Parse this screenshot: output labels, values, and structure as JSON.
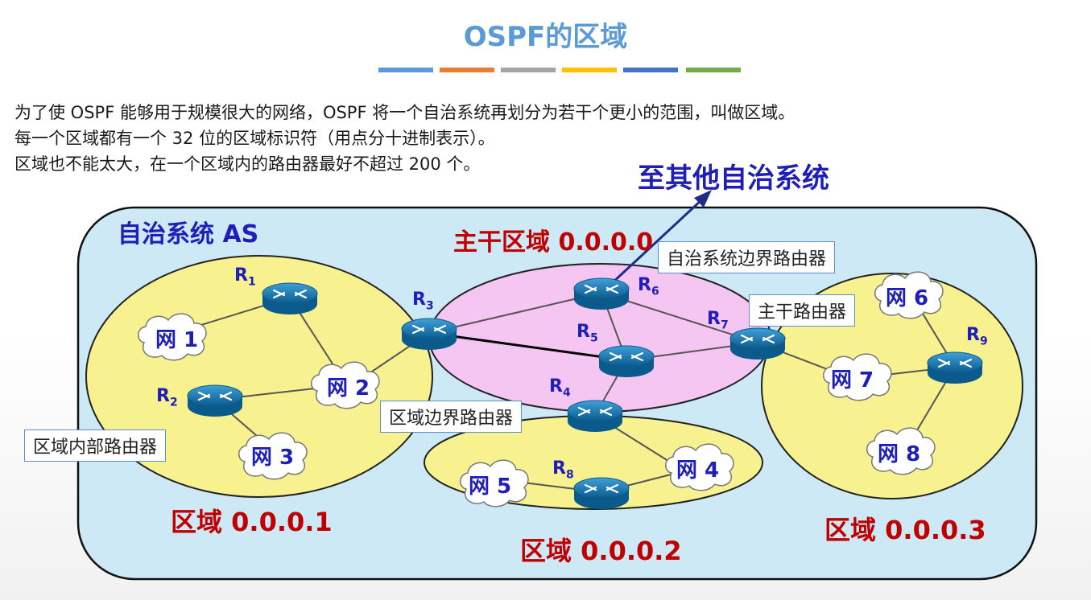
{
  "title": "OSPF的区域",
  "accent_colors": [
    "#5b9bd5",
    "#ed7d31",
    "#a5a5a5",
    "#ffc000",
    "#4472c4",
    "#70ad47"
  ],
  "intro": {
    "line1": "为了使 OSPF 能够用于规模很大的网络，OSPF 将一个自治系统再划分为若干个更小的范围，叫做区域。",
    "line2": "每一个区域都有一个 32 位的区域标识符（用点分十进制表示）。",
    "line3": "区域也不能太大，在一个区域内的路由器最好不超过 200 个。"
  },
  "diagram": {
    "to_other_as": "至其他自治系统",
    "as_label": "自治系统 AS",
    "backbone_label": "主干区域 0.0.0.0",
    "area1_label": "区域 0.0.0.1",
    "area2_label": "区域 0.0.0.2",
    "area3_label": "区域 0.0.0.3",
    "callouts": {
      "asbr": "自治系统边界路由器",
      "backbone_router": "主干路由器",
      "abr": "区域边界路由器",
      "internal_router": "区域内部路由器"
    },
    "routers": [
      {
        "id": "r1",
        "letter": "R",
        "sub": "1"
      },
      {
        "id": "r2",
        "letter": "R",
        "sub": "2"
      },
      {
        "id": "r3",
        "letter": "R",
        "sub": "3"
      },
      {
        "id": "r4",
        "letter": "R",
        "sub": "4"
      },
      {
        "id": "r5",
        "letter": "R",
        "sub": "5"
      },
      {
        "id": "r6",
        "letter": "R",
        "sub": "6"
      },
      {
        "id": "r7",
        "letter": "R",
        "sub": "7"
      },
      {
        "id": "r8",
        "letter": "R",
        "sub": "8"
      },
      {
        "id": "r9",
        "letter": "R",
        "sub": "9"
      }
    ],
    "networks": [
      "网 1",
      "网 2",
      "网 3",
      "网 4",
      "网 5",
      "网 6",
      "网 7",
      "网 8"
    ]
  }
}
